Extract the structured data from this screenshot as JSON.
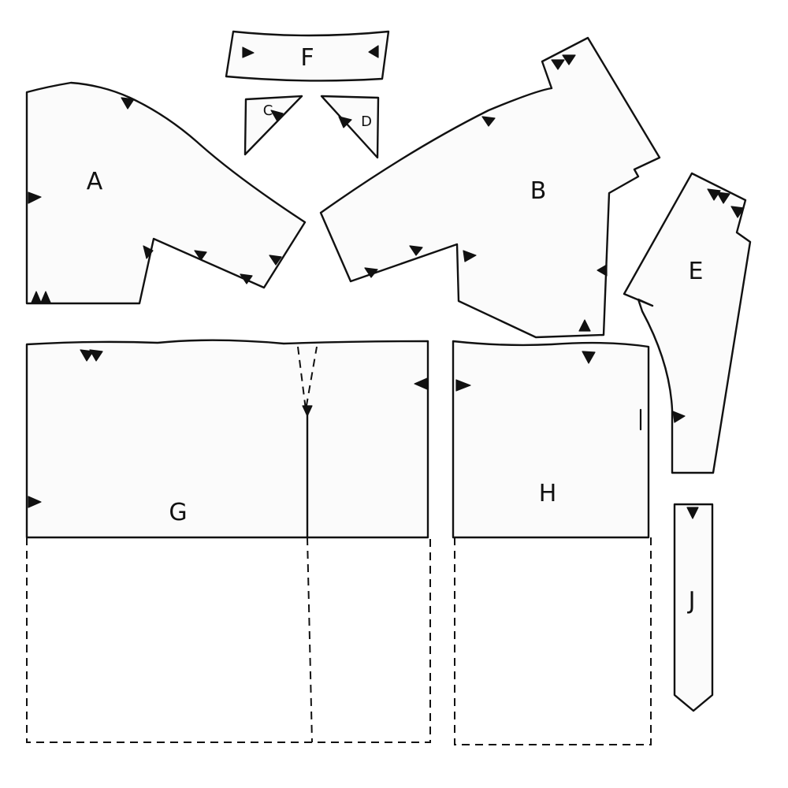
{
  "pieces": {
    "a": {
      "label": "A"
    },
    "b": {
      "label": "B"
    },
    "c": {
      "label": "C"
    },
    "d": {
      "label": "D"
    },
    "e": {
      "label": "E"
    },
    "f": {
      "label": "F"
    },
    "g": {
      "label": "G"
    },
    "h": {
      "label": "H"
    },
    "i": {
      "label": "I"
    },
    "j": {
      "label": "J"
    }
  }
}
